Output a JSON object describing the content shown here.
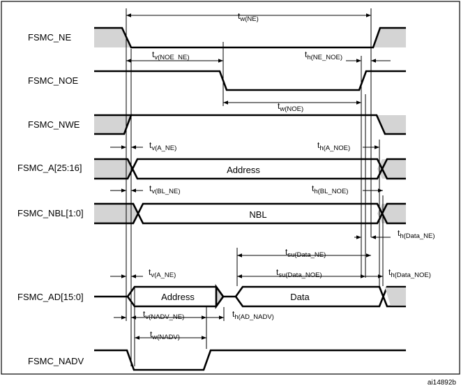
{
  "signals": {
    "ne": "FSMC_NE",
    "noe": "FSMC_NOE",
    "nwe": "FSMC_NWE",
    "a": "FSMC_A[25:16]",
    "nbl": "FSMC_NBL[1:0]",
    "ad": "FSMC_AD[15:0]",
    "nadv": "FSMC_NADV"
  },
  "bus_values": {
    "a_value": "Address",
    "nbl_value": "NBL",
    "ad_address": "Address",
    "ad_data": "Data"
  },
  "timings": {
    "tw_ne": {
      "main": "t",
      "sub": "w(NE)"
    },
    "tv_noe_ne": {
      "main": "t",
      "sub": "v(NOE_NE)"
    },
    "th_ne_noe": {
      "main": "t",
      "sub": "h(NE_NOE)"
    },
    "tw_noe": {
      "main": "t",
      "sub": "w(NOE)"
    },
    "tv_a_ne": {
      "main": "t",
      "sub": "v(A_NE)"
    },
    "th_a_noe": {
      "main": "t",
      "sub": "h(A_NOE)"
    },
    "tv_bl_ne": {
      "main": "t",
      "sub": "v(BL_NE)"
    },
    "th_bl_noe": {
      "main": "t",
      "sub": "h(BL_NOE)"
    },
    "th_data_ne": {
      "main": "t",
      "sub": "h(Data_NE)"
    },
    "tsu_data_ne": {
      "main": "t",
      "sub": "su(Data_NE)"
    },
    "tv_a_ne_ad": {
      "main": "t",
      "sub": "v(A_NE)"
    },
    "tsu_data_noe": {
      "main": "t",
      "sub": "su(Data_NOE)"
    },
    "th_data_noe": {
      "main": "t",
      "sub": "h(Data_NOE)"
    },
    "tv_nadv_ne": {
      "main": "t",
      "sub": "v(NADV_NE)"
    },
    "th_ad_nadv": {
      "main": "t",
      "sub": "h(AD_NADV)"
    },
    "tw_nadv": {
      "main": "t",
      "sub": "w(NADV)"
    }
  },
  "figure_ref": "ai14892b"
}
